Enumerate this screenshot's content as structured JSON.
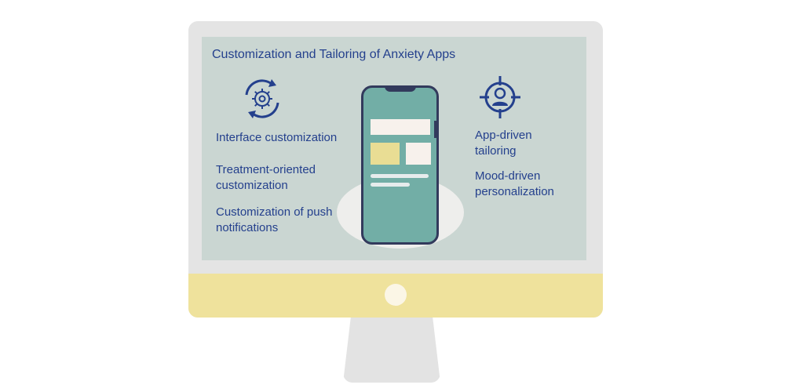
{
  "title": "Customization and Tailoring of Anxiety Apps",
  "left_items": [
    "Interface customization",
    "Treatment-oriented customization",
    "Customization of push notifications"
  ],
  "right_items": [
    "App-driven tailoring",
    "Mood-driven personalization"
  ],
  "icons": {
    "left": "gear-cycle-icon",
    "right": "person-target-icon"
  },
  "colors": {
    "text": "#24408d",
    "screen": "#cad6d2",
    "phone_body": "#72aea6",
    "phone_frame": "#323a5c",
    "chin": "#efe29c",
    "card_light": "#f7f1ec",
    "card_yellow": "#e9dd94"
  }
}
